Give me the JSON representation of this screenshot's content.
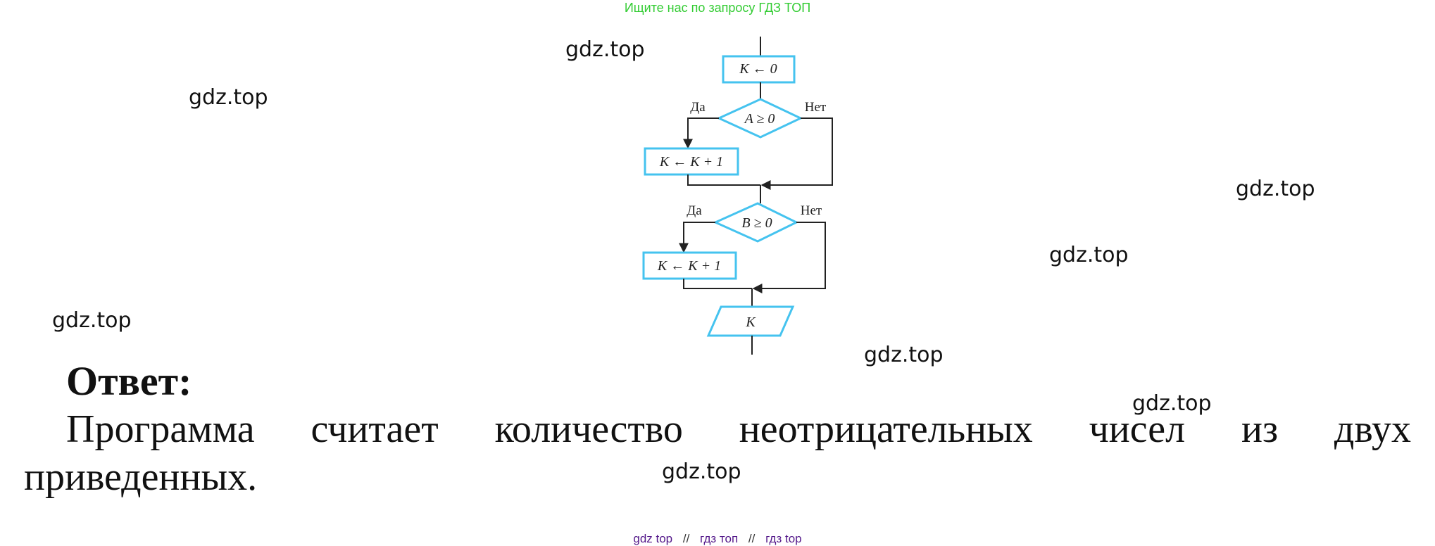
{
  "banner": "Ищите нас по запросу ГДЗ ТОП",
  "watermark": "gdz.top",
  "flowchart": {
    "init": "K ← 0",
    "cond1": "A ≥ 0",
    "cond2": "B ≥ 0",
    "inc1": "K ← K + 1",
    "inc2": "K ← K + 1",
    "output": "K",
    "yes": "Да",
    "no": "Нет"
  },
  "answer": {
    "title": "Ответ:",
    "line1_words": [
      "Программа",
      "считает",
      "количество",
      "неотрицательных",
      "чисел",
      "из",
      "двух"
    ],
    "line2": "приведенных."
  },
  "footer": {
    "link1": "gdz top",
    "link2": "гдз топ",
    "link3": "гдз top",
    "separator": "//"
  },
  "colors": {
    "shape_stroke": "#45c3ef",
    "banner": "#33cc33",
    "footer_link": "#551a8b"
  }
}
